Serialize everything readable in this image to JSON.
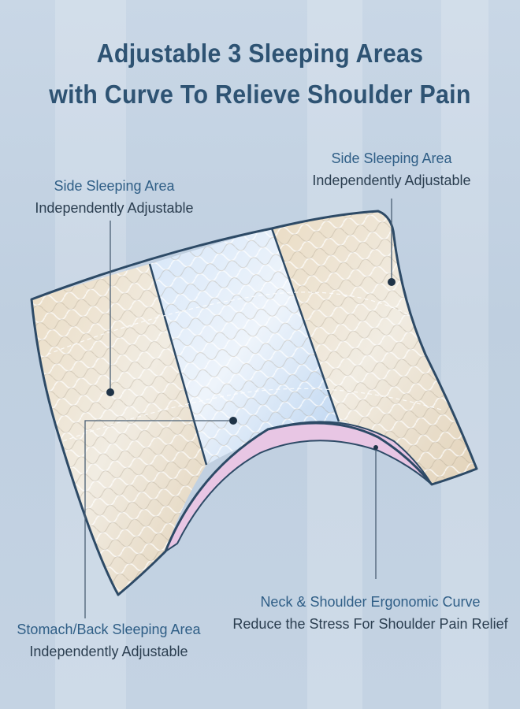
{
  "title": {
    "line1": "Adjustable 3 Sleeping Areas",
    "line2": "with Curve To Relieve Shoulder Pain"
  },
  "callouts": {
    "left_side": {
      "heading": "Side Sleeping Area",
      "sub": "Independently Adjustable"
    },
    "right_side": {
      "heading": "Side Sleeping Area",
      "sub": "Independently Adjustable"
    },
    "middle": {
      "heading": "Stomach/Back Sleeping Area",
      "sub": "Independently Adjustable"
    },
    "curve": {
      "heading": "Neck & Shoulder Ergonomic Curve",
      "sub": "Reduce the Stress For Shoulder Pain Relief"
    }
  },
  "colors": {
    "title": "#2e5373",
    "heading": "#2f5e86",
    "body_text": "#2b3e50",
    "pillow_outline": "#2d4a66",
    "side_panel": "#e6d8c0",
    "middle_panel": "#cfe0f5",
    "curve_strip": "#e8c6e4"
  }
}
